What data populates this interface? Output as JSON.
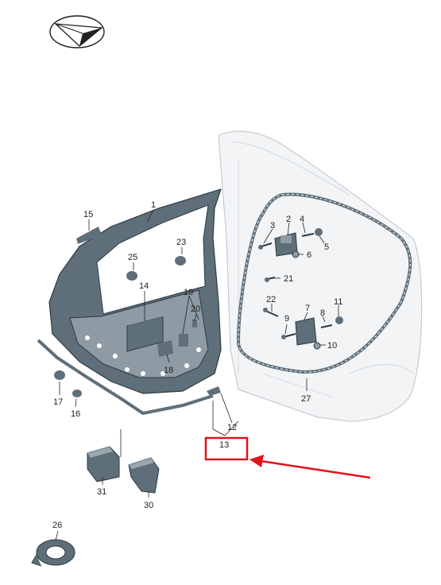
{
  "colors": {
    "highlight": "#e0141b",
    "ink": "#222222",
    "part_fill": "#5f6f7a",
    "body_fill": "#f2f4f6",
    "body_stroke": "#c5ccd2"
  },
  "logo": {
    "icon": "paper-plane-logo-icon"
  },
  "callouts": {
    "c1": "1",
    "c2": "2",
    "c3": "3",
    "c4": "4",
    "c5": "5",
    "c6": "6",
    "c7": "7",
    "c8": "8",
    "c9": "9",
    "c10": "10",
    "c11": "11",
    "c12": "12",
    "c13": "13",
    "c14": "14",
    "c15": "15",
    "c16": "16",
    "c17": "17",
    "c18": "18",
    "c19": "19",
    "c20": "20",
    "c21": "21",
    "c22": "22",
    "c23": "23",
    "c25": "25",
    "c26": "26",
    "c27": "27",
    "c30": "30",
    "c31": "31"
  },
  "highlight": {
    "target_callout": "13",
    "arrow_icon": "red-pointer-arrow-icon"
  }
}
